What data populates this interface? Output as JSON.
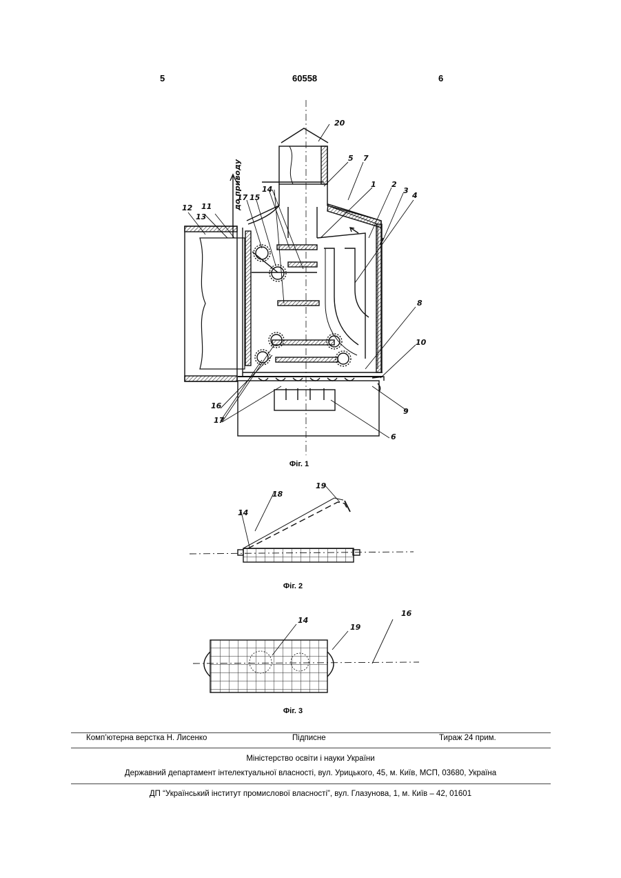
{
  "header": {
    "left_page": "5",
    "doc_number": "60558",
    "right_page": "6"
  },
  "figures": [
    {
      "caption": "Фіг. 1",
      "labels": [
        "20",
        "5",
        "7",
        "1",
        "2",
        "3",
        "4",
        "12",
        "11",
        "13",
        "17",
        "15",
        "14",
        "8",
        "10",
        "9",
        "6",
        "16",
        "17"
      ],
      "rotated_label": "до приводу"
    },
    {
      "caption": "Фіг. 2",
      "labels": [
        "18",
        "19",
        "14"
      ]
    },
    {
      "caption": "Фіг. 3",
      "labels": [
        "14",
        "19",
        "16"
      ]
    }
  ],
  "footer": {
    "typesetting": "Комп’ютерна верстка Н. Лисенко",
    "signed": "Підписне",
    "circulation": "Тираж 24 прим.",
    "ministry": "Міністерство освіти і науки України",
    "department": "Державний департамент інтелектуальної власності, вул. Урицького, 45, м. Київ, МСП, 03680, Україна",
    "institute": "ДП “Український інститут промислової власності”, вул. Глазунова, 1, м. Київ – 42, 01601"
  }
}
